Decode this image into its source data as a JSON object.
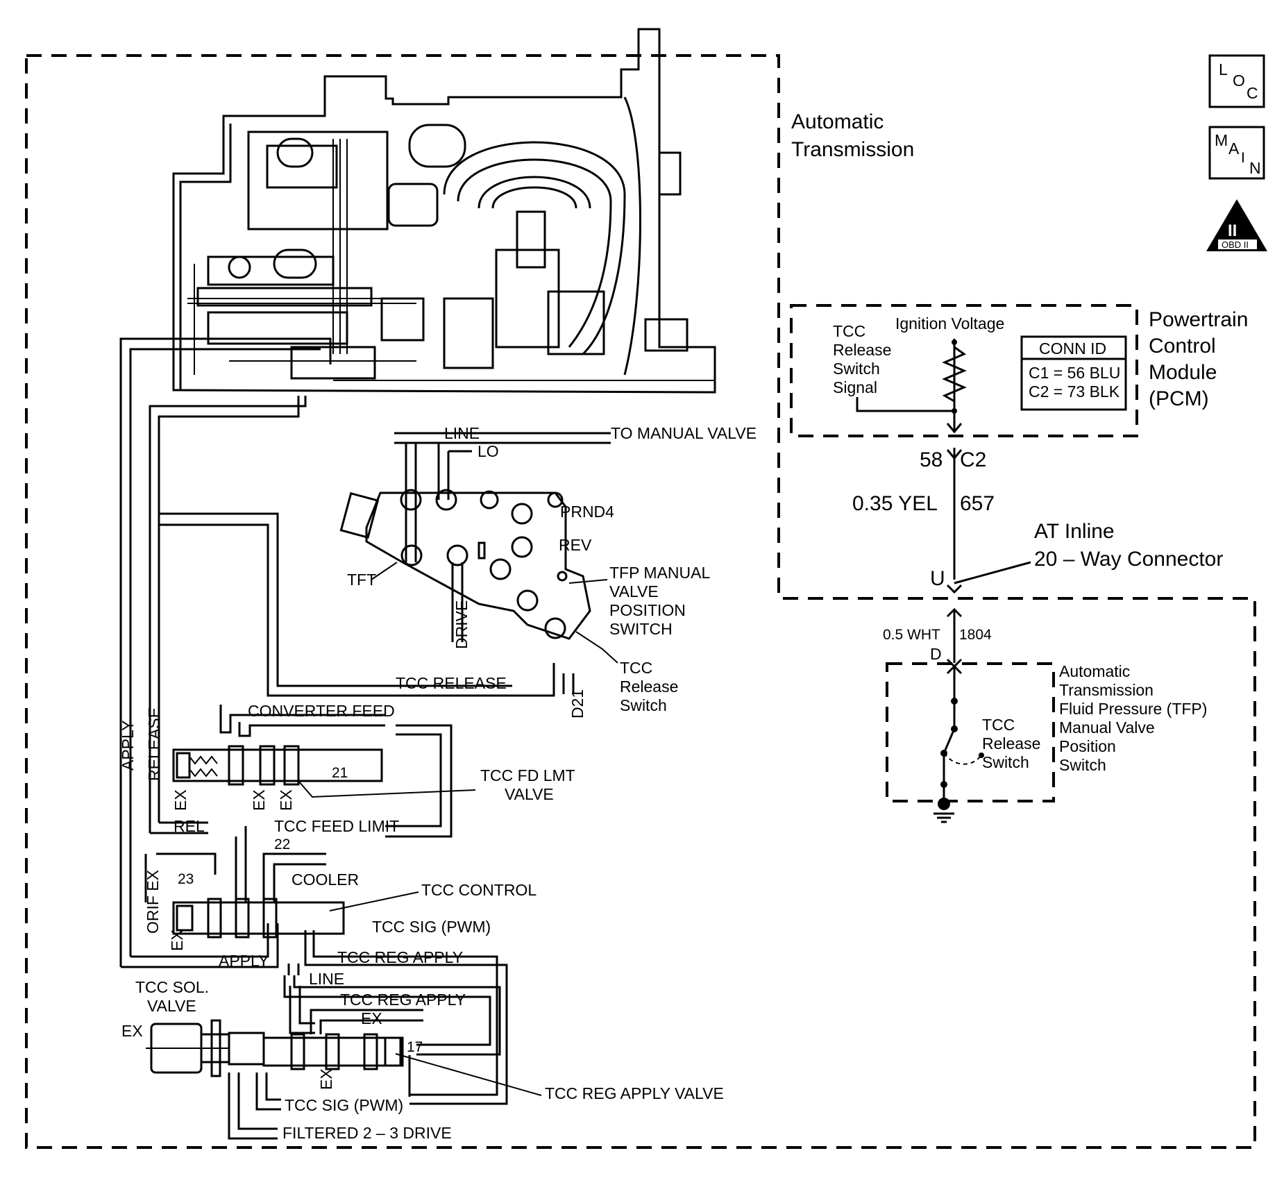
{
  "icons": {
    "loc": {
      "top": "L",
      "mid": "O",
      "low": "C"
    },
    "main": {
      "a": "M",
      "b": "A",
      "c": "I",
      "d": "N"
    },
    "obd": {
      "roman": "II",
      "label": "OBD II"
    }
  },
  "regions": {
    "automatic_transmission": [
      "Automatic",
      "Transmission"
    ],
    "pcm": [
      "Powertrain",
      "Control",
      "Module",
      "(PCM)"
    ]
  },
  "pcm": {
    "signal_label": [
      "TCC",
      "Release",
      "Switch",
      "Signal"
    ],
    "ignition_voltage": "Ignition Voltage",
    "conn_id_title": "CONN ID",
    "conn_id_rows": [
      "C1  =  56 BLU",
      "C2  =  73 BLK"
    ]
  },
  "wiring": {
    "pin_58": "58",
    "conn_c2": "C2",
    "wire_upper_gauge_color": "0.35 YEL",
    "wire_upper_circuit": "657",
    "inline_connector": [
      "AT Inline",
      "20 – Way Connector"
    ],
    "pin_u": "U",
    "wire_lower_gauge_color": "0.5 WHT",
    "wire_lower_circuit": "1804",
    "pin_d": "D"
  },
  "tfp_switch": {
    "switch_label": [
      "TCC",
      "Release",
      "Switch"
    ],
    "component_label": [
      "Automatic",
      "Transmission",
      "Fluid Pressure (TFP)",
      "Manual Valve",
      "Position",
      "Switch"
    ]
  },
  "hydraulic": {
    "line": "LINE",
    "to_manual_valve": "TO MANUAL VALVE",
    "lo": "LO",
    "prnd4": "PRND4",
    "rev": "REV",
    "tft": "TFT",
    "drive": "DRIVE",
    "tfp_manual_valve": [
      "TFP  MANUAL",
      "VALVE",
      "POSITION",
      "SWITCH"
    ],
    "tcc_release_switch": [
      "TCC",
      "Release",
      "Switch"
    ],
    "tcc_release": "TCC RELEASE",
    "d21": "D21",
    "converter_feed": "CONVERTER FEED",
    "apply_vertical": "APPLY",
    "release_vertical": "RELEASE",
    "num_21": "21",
    "tcc_fd_lmt_valve": [
      "TCC FD LMT",
      "VALVE"
    ],
    "ex": "EX",
    "rel": "REL",
    "tcc_feed_limit": "TCC FEED LIMIT",
    "num_22": "22",
    "num_23": "23",
    "orif_ex": "ORIF EX",
    "cooler": "COOLER",
    "tcc_control": "TCC CONTROL",
    "tcc_sig_pwm": "TCC SIG (PWM)",
    "apply": "APPLY",
    "tcc_reg_apply": "TCC REG APPLY",
    "tcc_sol_valve": [
      "TCC SOL.",
      "VALVE"
    ],
    "line_lower": "LINE",
    "num_17": "17",
    "tcc_reg_apply_valve": "TCC REG APPLY VALVE",
    "filtered_2_3_drive": "FILTERED 2 – 3 DRIVE"
  }
}
